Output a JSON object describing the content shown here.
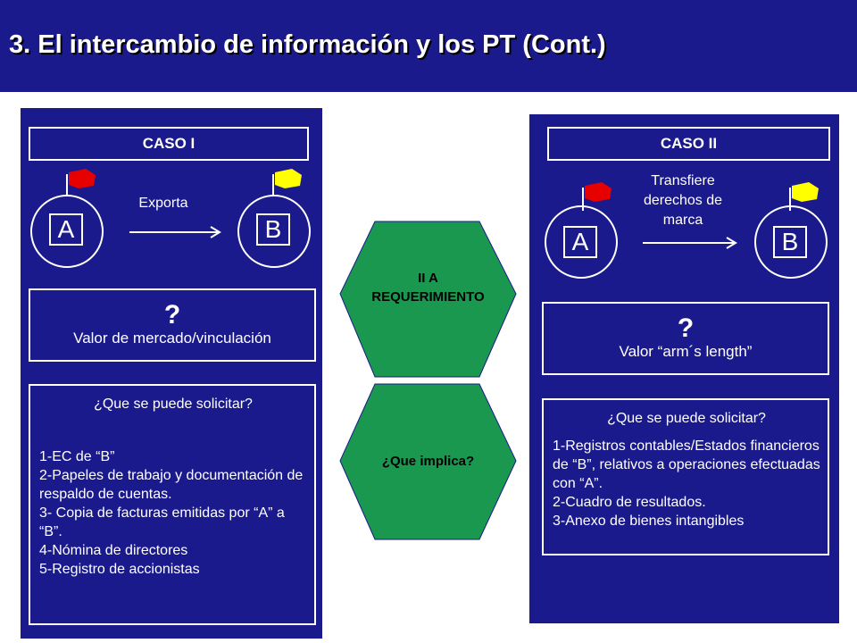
{
  "header": {
    "title": "3. El intercambio de información y los PT (Cont.)"
  },
  "left": {
    "case_label": "CASO I",
    "node_a": "A",
    "node_b": "B",
    "arrow_label": "Exporta",
    "question_mark": "?",
    "question_sub": "Valor de mercado/vinculación",
    "list_title": "¿Que se puede solicitar?",
    "items": [
      "1-EC de “B”",
      "2-Papeles de trabajo y documentación de respaldo de cuentas.",
      "3- Copia de facturas emitidas por “A” a “B”.",
      "4-Nómina de directores",
      "5-Registro de accionistas"
    ]
  },
  "center": {
    "hex_top": "II A\nREQUERIMIENTO",
    "hex_bottom": "¿Que implica?"
  },
  "right": {
    "case_label": "CASO II",
    "node_a": "A",
    "node_b": "B",
    "arrow_label": "Transfiere\nderechos de\nmarca",
    "question_mark": "?",
    "question_sub": "Valor “arm´s length”",
    "list_title": "¿Que se puede solicitar?",
    "items": [
      "1-Registros contables/Estados financieros de “B”, relativos a operaciones efectuadas con “A”.",
      "2-Cuadro de resultados.",
      "3-Anexo de bienes intangibles"
    ]
  },
  "colors": {
    "navy": "#1a1a8c",
    "hexagon_green": "#1a9850",
    "flag_red": "#e60000",
    "flag_yellow": "#ffff00"
  },
  "icons": [
    "red-flag-icon",
    "yellow-flag-icon",
    "arrow-right-icon"
  ]
}
